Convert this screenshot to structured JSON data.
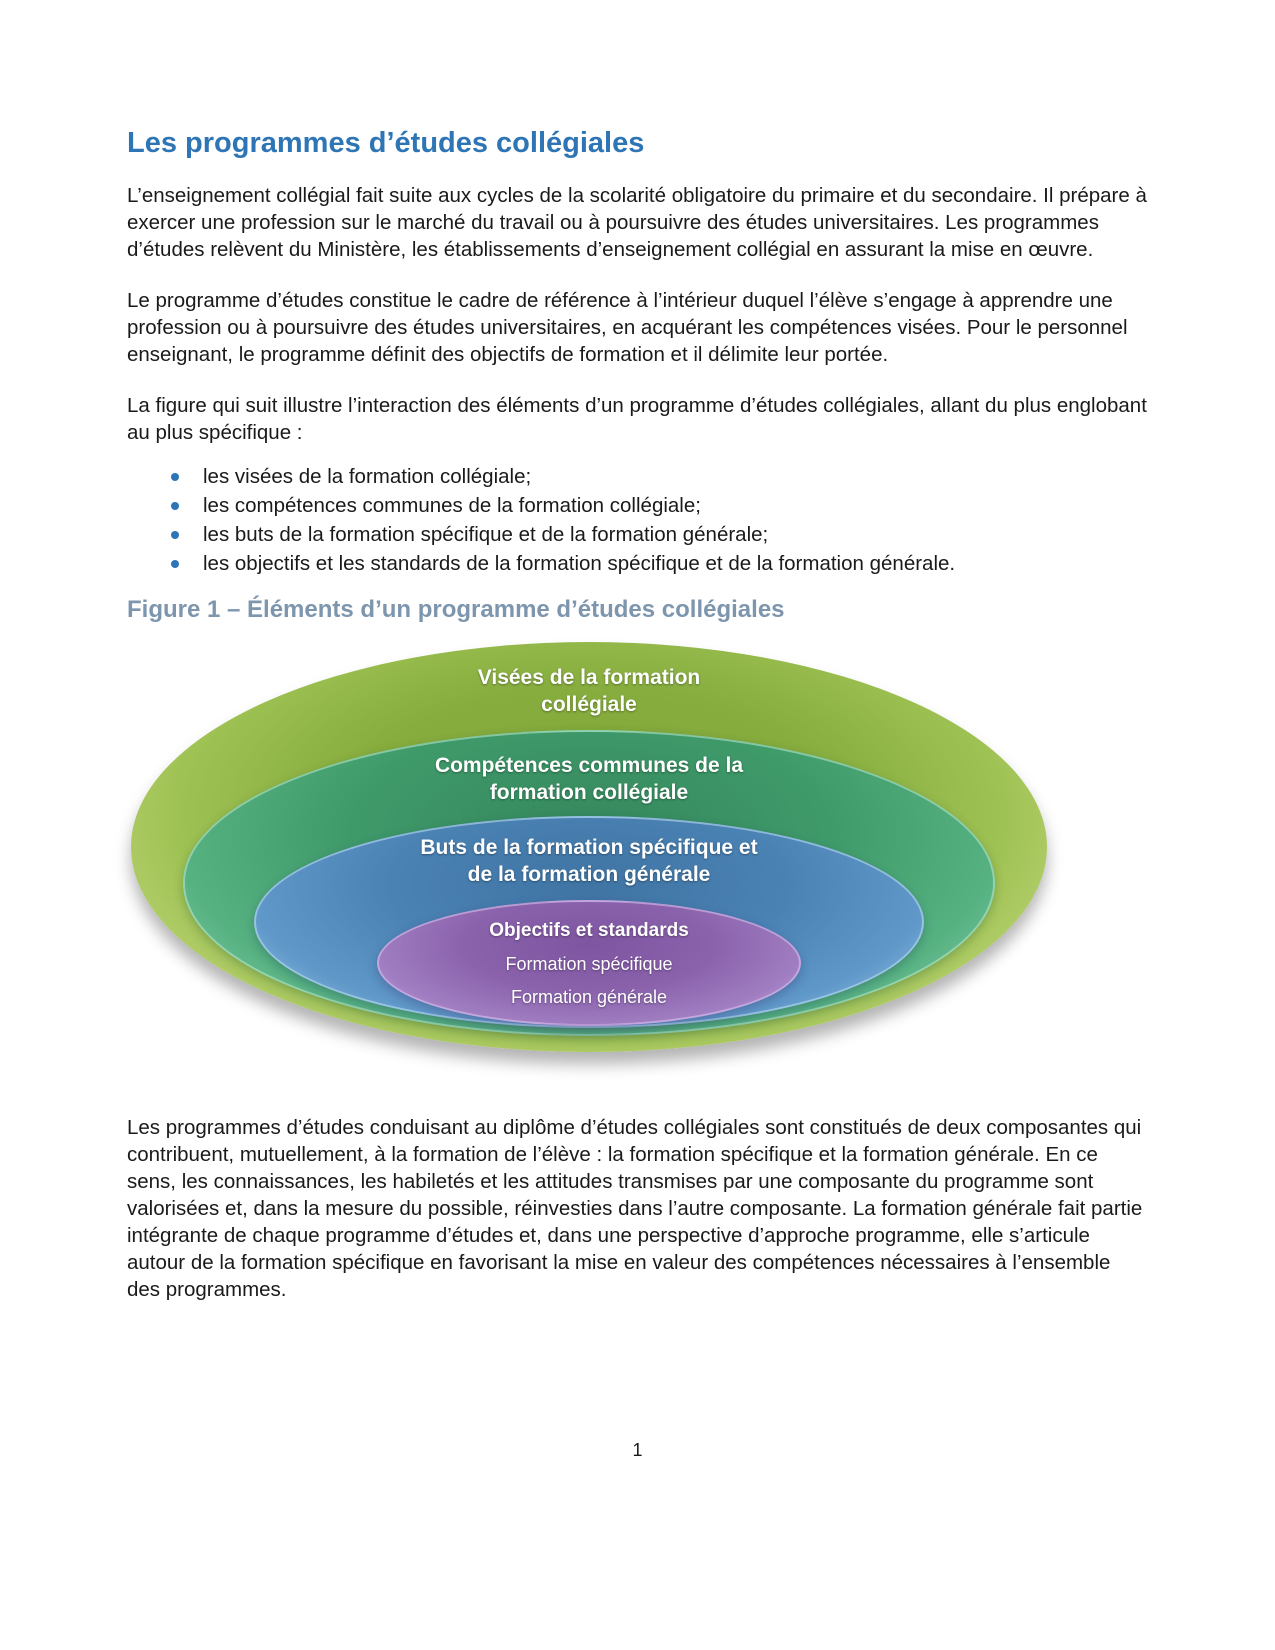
{
  "title": "Les programmes d’études collégiales",
  "paragraphs": [
    "L’enseignement collégial fait suite aux cycles de la scolarité obligatoire du primaire et du secondaire. Il prépare à exercer une profession sur le marché du travail ou à poursuivre des études universitaires. Les programmes d’études relèvent du Ministère, les établissements d’enseignement collégial en assurant la mise en œuvre.",
    "Le programme d’études constitue le cadre de référence à l’intérieur duquel l’élève s’engage à apprendre une profession ou à poursuivre des études universitaires, en acquérant les compétences visées. Pour le personnel enseignant, le programme définit des objectifs de formation et il délimite leur portée.",
    "La figure qui suit illustre l’interaction des éléments d’un programme d’études collégiales, allant du plus englobant au plus spécifique :"
  ],
  "bullets": [
    "les visées de la formation collégiale;",
    "les compétences communes de la formation collégiale;",
    "les buts de la formation spécifique et de la formation générale;",
    "les objectifs et les standards de la formation spécifique et de la formation générale."
  ],
  "figure": {
    "caption": "Figure 1 – Éléments d’un programme d’études collégiales",
    "ellipses": [
      {
        "name": "visees",
        "label": "Visées de la formation collégiale",
        "color": "#8FB13F"
      },
      {
        "name": "competences",
        "label": "Compétences communes de la formation collégiale",
        "color": "#3F9A6A"
      },
      {
        "name": "buts",
        "label": "Buts de la formation spécifique et de la formation générale",
        "color": "#4A82B4"
      },
      {
        "name": "objectifs",
        "label": "Objectifs et standards",
        "line2": "Formation spécifique",
        "line3": "Formation générale",
        "color": "#8A62AC"
      }
    ]
  },
  "closing": "Les programmes d’études conduisant au diplôme d’études collégiales sont constitués de deux composantes qui contribuent, mutuellement, à la formation de l’élève : la formation spécifique et la formation générale. En ce sens, les connaissances, les habiletés et les attitudes transmises par une composante du programme sont valorisées et, dans la mesure du possible, réinvesties dans l’autre composante. La formation générale fait partie intégrante de chaque programme d’études et, dans une perspective d’approche programme, elle s’articule autour de la formation spécifique en favorisant la mise en valeur des compétences nécessaires à l’ensemble des programmes.",
  "footer": {
    "page_number": "1"
  },
  "colors": {
    "title_blue": "#2E75B6",
    "caption_gray_blue": "#7D96AE",
    "bullet_blue": "#2E75B6",
    "body_text": "#1a1a1a"
  }
}
